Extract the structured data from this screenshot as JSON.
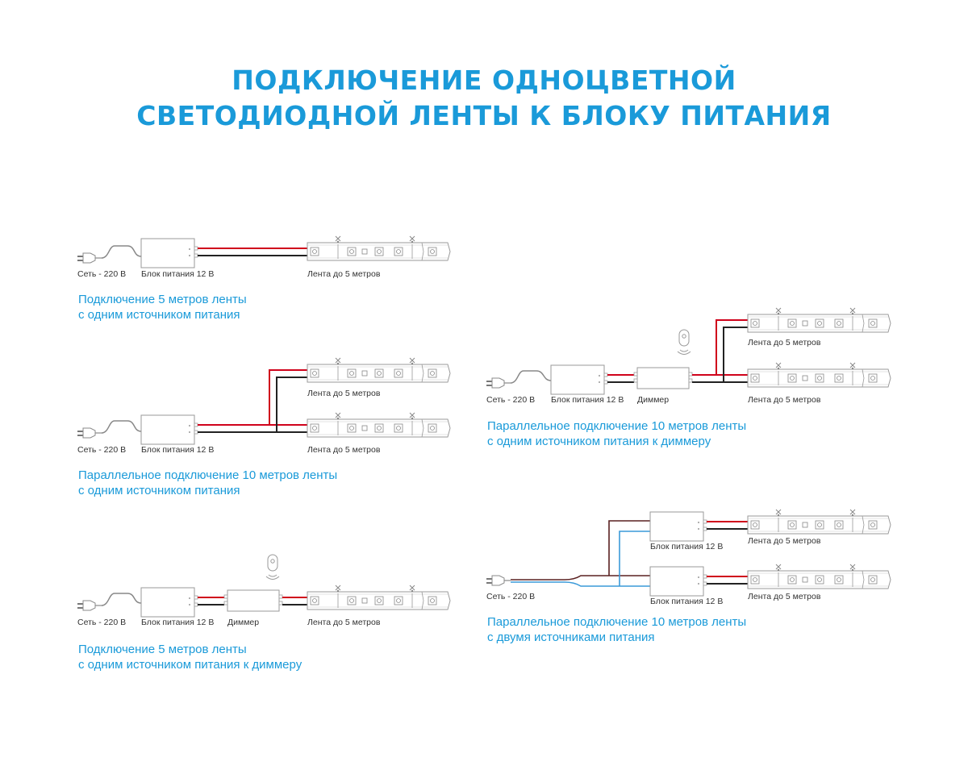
{
  "title": {
    "line1": "ПОДКЛЮЧЕНИЕ ОДНОЦВЕТНОЙ",
    "line2": "СВЕТОДИОДНОЙ ЛЕНТЫ К БЛОКУ ПИТАНИЯ"
  },
  "labels": {
    "mains": "Сеть - 220 В",
    "psu": "Блок питания 12 В",
    "dimmer": "Диммер",
    "strip": "Лента до 5 метров"
  },
  "captions": {
    "d1": [
      "Подключение 5 метров ленты",
      "с одним источником питания"
    ],
    "d2": [
      "Параллельное подключение 10 метров ленты",
      "с одним источником питания"
    ],
    "d3": [
      "Подключение 5 метров ленты",
      "с одним источником питания к диммеру"
    ],
    "d4": [
      "Параллельное подключение 10 метров ленты",
      "с одним источником питания к диммеру"
    ],
    "d5": [
      "Параллельное подключение 10 метров ленты",
      "с двумя источниками питания"
    ]
  },
  "colors": {
    "title": "#1a9ad9",
    "wire_positive": "#d0021b",
    "wire_negative": "#222222",
    "wire_mains": "#3a9ad9",
    "outline": "#9a9a9a"
  }
}
